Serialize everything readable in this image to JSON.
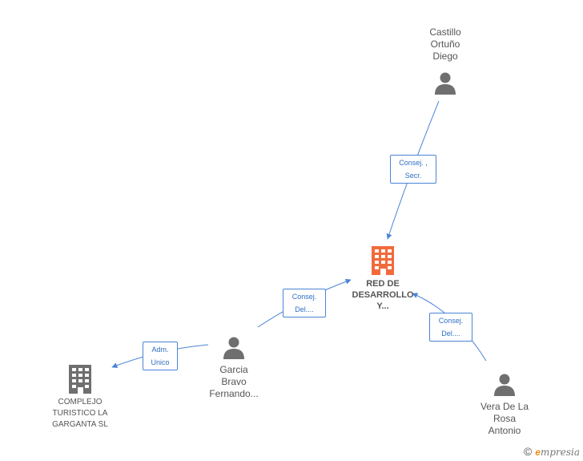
{
  "nodes": {
    "castillo": {
      "label_lines": [
        "Castillo",
        "Ortuño",
        "Diego"
      ],
      "type": "person"
    },
    "red": {
      "label_lines": [
        "RED DE",
        "DESARROLLO",
        "Y..."
      ],
      "type": "company",
      "color": "#f26a3c"
    },
    "garcia": {
      "label_lines": [
        "Garcia",
        "Bravo",
        "Fernando..."
      ],
      "type": "person"
    },
    "complejo": {
      "label_lines": [
        "COMPLEJO",
        "TURISTICO LA",
        "GARGANTA SL"
      ],
      "type": "company",
      "color": "#6f6f6f"
    },
    "vera": {
      "label_lines": [
        "Vera De La",
        "Rosa",
        "Antonio"
      ],
      "type": "person"
    }
  },
  "relations": {
    "castillo_red": [
      "Consej. ,",
      "Secr."
    ],
    "garcia_red": [
      "Consej.",
      "Del...."
    ],
    "garcia_complejo": [
      "Adm.",
      "Unico"
    ],
    "vera_red": [
      "Consej.",
      "Del...."
    ]
  },
  "colors": {
    "edge": "#4a84d6",
    "person_icon": "#6f6f6f"
  },
  "footer": {
    "copyright_symbol": "©",
    "brand_e": "e",
    "brand_rest": "mpresia"
  }
}
